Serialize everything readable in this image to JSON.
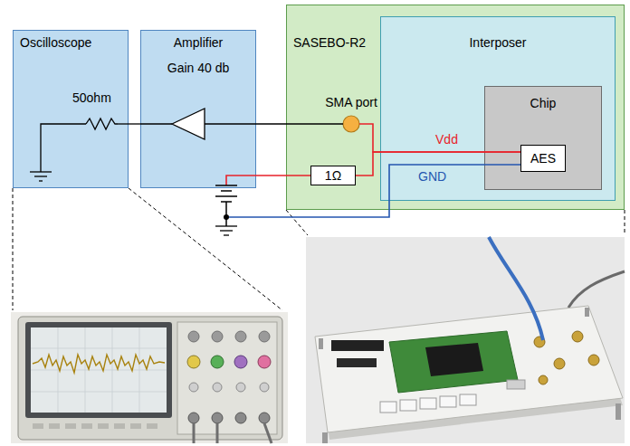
{
  "diagram": {
    "nodes": [
      {
        "text": [
          "Oscilloscope",
          "50ohm"
        ]
      },
      {
        "text": [
          "Amplifier",
          "Gain 40 db"
        ]
      },
      {
        "text": [
          "SASEBO-R2"
        ]
      },
      {
        "text": [
          "Interposer"
        ],
        "in": 2
      },
      {
        "text": [
          "Chip"
        ],
        "in": 3
      },
      {
        "text": [
          "AES"
        ],
        "in": 4
      },
      {
        "text": [
          "SMA port"
        ],
        "in": 2
      },
      {
        "text": [
          "1Ω"
        ],
        "in": 2
      }
    ],
    "edges": [
      {
        "from": 6,
        "to": 1,
        "arrow": "none"
      },
      {
        "from": 1,
        "to": 0,
        "arrow": "none"
      },
      {
        "from": 6,
        "to": 5,
        "label": "Vdd",
        "arrow": "none"
      },
      {
        "from": 7,
        "to": 5,
        "arrow": "none"
      }
    ],
    "labels": [
      "GND"
    ]
  }
}
